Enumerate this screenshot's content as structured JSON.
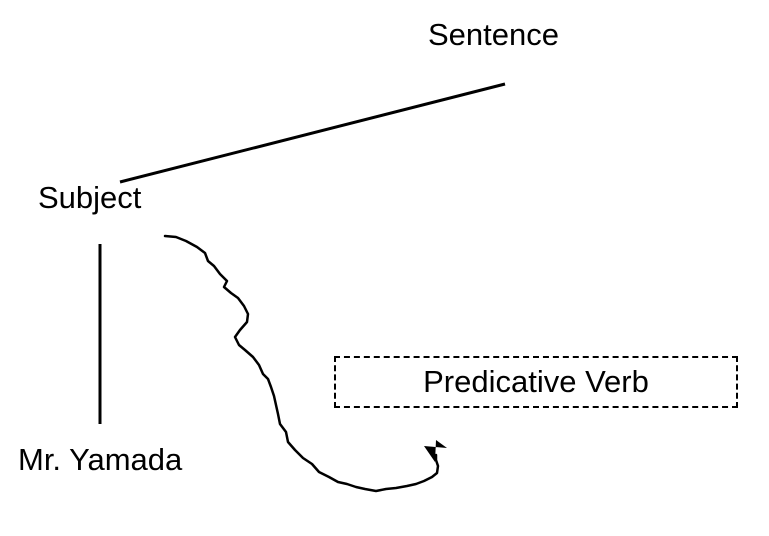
{
  "diagram": {
    "nodes": {
      "sentence": "Sentence",
      "subject": "Subject",
      "mr_yamada": "Mr. Yamada",
      "predicative_verb": "Predicative Verb"
    },
    "edges": [
      {
        "from": "sentence",
        "to": "subject",
        "style": "solid"
      },
      {
        "from": "subject",
        "to": "mr_yamada",
        "style": "solid"
      },
      {
        "from": "subject",
        "to": "predicative_verb",
        "style": "wavy-arrow"
      }
    ],
    "colors": {
      "ink": "#000000",
      "background": "#ffffff"
    }
  }
}
